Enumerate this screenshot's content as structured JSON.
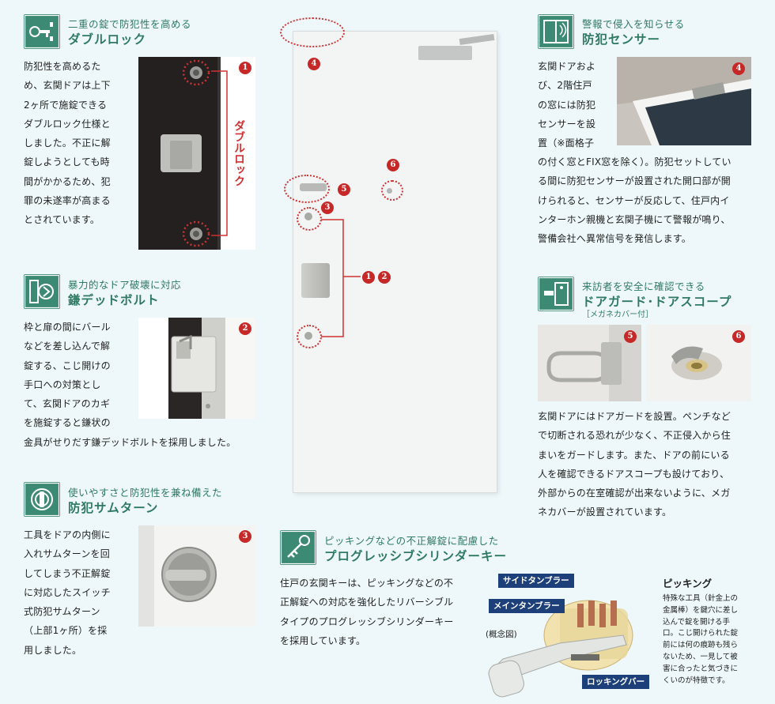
{
  "double_lock": {
    "subtitle": "二重の錠で防犯性を高める",
    "title": "ダブルロック",
    "body": [
      "防犯性を高めるた",
      "め、玄関ドアは上下",
      "2ヶ所で施錠できる",
      "ダブルロック仕様と",
      "しました。不正に解",
      "錠しようとしても時",
      "間がかかるため、犯",
      "罪の未遂率が高まる",
      "とされています。"
    ],
    "vertical_label": "ダブルロック"
  },
  "deadbolt": {
    "subtitle": "暴力的なドア破壊に対応",
    "title": "鎌デッドボルト",
    "body": [
      "枠と扉の間にバール",
      "などを差し込んで解",
      "錠する、こじ開けの",
      "手口への対策とし",
      "て、玄関ドアのカギ",
      "を施錠すると鎌状の",
      "金具がせりだす鎌デッドボルトを採用しました。"
    ]
  },
  "thumb_turn": {
    "subtitle": "使いやすさと防犯性を兼ね備えた",
    "title": "防犯サムターン",
    "body": [
      "工具をドアの内側に",
      "入れサムターンを回",
      "してしまう不正解錠",
      "に対応したスイッチ",
      "式防犯サムターン",
      "（上部1ヶ所）を採",
      "用しました。"
    ]
  },
  "cylinder": {
    "subtitle": "ピッキングなどの不正解錠に配慮した",
    "title": "プログレッシブシリンダーキー",
    "body": [
      "住戸の玄関キーは、ピッキングなどの不",
      "正解錠への対応を強化したリバーシブル",
      "タイプのプログレッシブシリンダーキー",
      "を採用しています。"
    ],
    "labels": {
      "side_tumbler": "サイドタンブラー",
      "main_tumbler": "メインタンブラー",
      "locking_bar": "ロッキングバー",
      "concept": "(概念図)"
    },
    "picking_title": "ピッキング",
    "picking_body": [
      "特殊な工具（針金上の",
      "金属棒）を鍵穴に差し",
      "込んで錠を開ける手",
      "口。こじ開けられた錠",
      "前には何の痕跡も残ら",
      "ないため、一見して被",
      "害に合ったと気づきに",
      "くいのが特徴です。"
    ]
  },
  "sensor": {
    "subtitle": "警報で侵入を知らせる",
    "title": "防犯センサー",
    "body_short": [
      "玄関ドアおよ",
      "び、2階住戸",
      "の窓には防犯",
      "センサーを設",
      "置（※面格子"
    ],
    "body_long": [
      "の付く窓とFIX窓を除く）。防犯セットしてい",
      "る間に防犯センサーが設置された開口部が開",
      "けられると、センサーが反応して、住戸内イ",
      "ンターホン親機と玄関子機にて警報が鳴り、",
      "警備会社へ異常信号を発信します。"
    ]
  },
  "door_guard": {
    "subtitle": "来訪者を安全に確認できる",
    "title": "ドアガード･ドアスコープ",
    "note": "［メガネカバー付］",
    "body": [
      "玄関ドアにはドアガードを設置。ペンチなど",
      "で切断される恐れが少なく、不正侵入から住",
      "まいをガードします。また、ドアの前にいる",
      "人を確認できるドアスコープも設けており、",
      "外部からの在室確認が出来ないように、メガ",
      "ネカバーが設置されています。"
    ]
  },
  "markers": {
    "n1": "1",
    "n2": "2",
    "n3": "3",
    "n4": "4",
    "n5": "5",
    "n6": "6"
  },
  "colors": {
    "accent": "#2f7a63",
    "icon_bg": "#3d8a74",
    "marker": "#c62828",
    "label_bg": "#1d3f7a"
  }
}
